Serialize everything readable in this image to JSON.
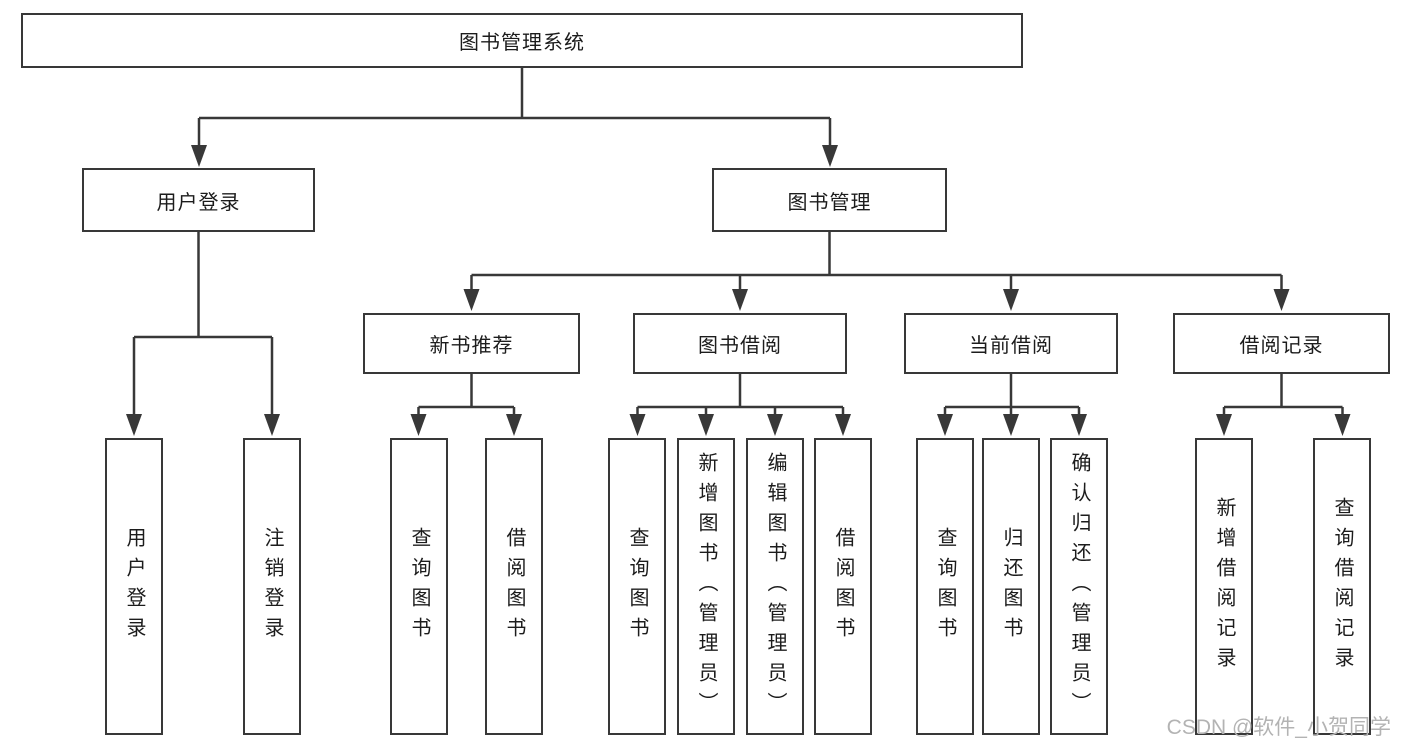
{
  "tree": {
    "root": "图书管理系统",
    "branches": [
      {
        "label": "用户登录",
        "leaves": [
          "用户登录",
          "注销登录"
        ]
      },
      {
        "label": "图书管理",
        "groups": [
          {
            "label": "新书推荐",
            "leaves": [
              "查询图书",
              "借阅图书"
            ]
          },
          {
            "label": "图书借阅",
            "leaves": [
              "查询图书",
              "新增图书（管理员）",
              "编辑图书（管理员）",
              "借阅图书"
            ]
          },
          {
            "label": "当前借阅",
            "leaves": [
              "查询图书",
              "归还图书",
              "确认归还（管理员）"
            ]
          },
          {
            "label": "借阅记录",
            "leaves": [
              "新增借阅记录",
              "查询借阅记录"
            ]
          }
        ]
      }
    ]
  },
  "watermark": "CSDN @软件_小贺同学",
  "colors": {
    "line": "#383838",
    "box_border": "#383838",
    "text": "#1c1c1c",
    "watermark": "#b3b3b3",
    "background": "#ffffff"
  }
}
